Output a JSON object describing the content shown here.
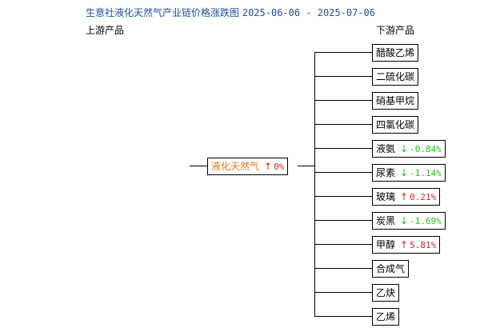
{
  "title": {
    "prefix": "生意社液化天然气产业链价格涨跌图",
    "dates": "2025-06-06 - 2025-07-06"
  },
  "headers": {
    "upstream": "上游产品",
    "downstream": "下游产品"
  },
  "center": {
    "name": "液化天然气",
    "arrow": "↑",
    "change": "0%"
  },
  "downstream": [
    {
      "name": "醋酸乙烯"
    },
    {
      "name": "二硫化碳"
    },
    {
      "name": "硝基甲烷"
    },
    {
      "name": "四氯化碳"
    },
    {
      "name": "液氨",
      "arrow": "↓",
      "change": "-0.84%",
      "dir": "down"
    },
    {
      "name": "尿素",
      "arrow": "↓",
      "change": "-1.14%",
      "dir": "down"
    },
    {
      "name": "玻璃",
      "arrow": "↑",
      "change": "0.21%",
      "dir": "up"
    },
    {
      "name": "炭黑",
      "arrow": "↓",
      "change": "-1.69%",
      "dir": "down"
    },
    {
      "name": "甲醇",
      "arrow": "↑",
      "change": "5.81%",
      "dir": "up"
    },
    {
      "name": "合成气"
    },
    {
      "name": "乙炔"
    },
    {
      "name": "乙烯"
    }
  ],
  "colors": {
    "title": "#1f4e9c",
    "center": "#e07a18",
    "up": "#e02020",
    "down": "#1ec41e"
  }
}
